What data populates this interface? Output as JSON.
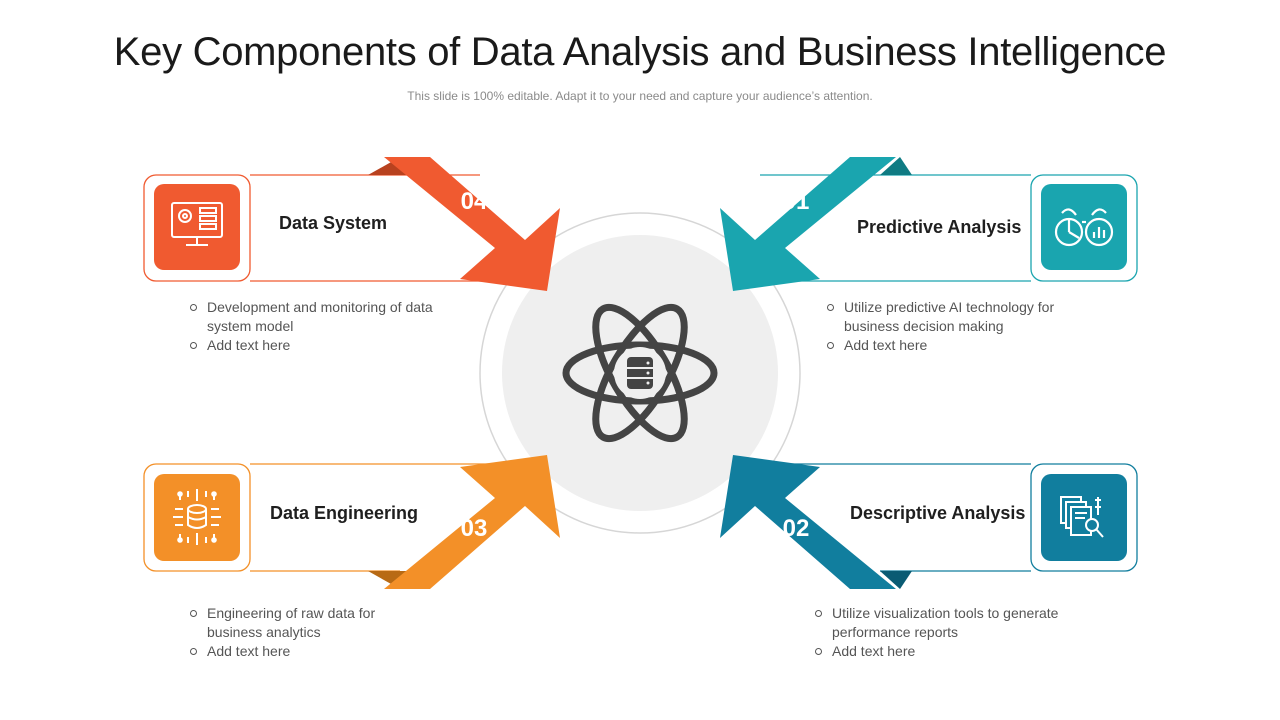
{
  "slide": {
    "title": "Key Components of Data Analysis and Business Intelligence",
    "subtitle": "This slide is 100% editable. Adapt it to your need and capture your audience’s attention."
  },
  "colors": {
    "orange_red": "#F05A30",
    "orange": "#F39028",
    "teal": "#1AA5AF",
    "blue": "#117E9E",
    "hub": "#EFEFEF",
    "icon_dark": "#444444"
  },
  "center": {
    "icon": "atom-database-icon"
  },
  "components": {
    "data_system": {
      "number": "04",
      "label": "Data System",
      "icon": "monitor-settings-icon",
      "bullets": [
        "Development and monitoring of data system model",
        "Add text here"
      ]
    },
    "predictive": {
      "number": "01",
      "label": "Predictive Analysis",
      "icon": "binoculars-chart-icon",
      "bullets": [
        "Utilize predictive AI technology for business decision making",
        "Add text here"
      ]
    },
    "data_engineering": {
      "number": "03",
      "label": "Data Engineering",
      "icon": "database-circuit-icon",
      "bullets": [
        "Engineering of raw data for business analytics",
        "Add text here"
      ]
    },
    "descriptive": {
      "number": "02",
      "label": "Descriptive Analysis",
      "icon": "report-magnifier-icon",
      "bullets": [
        "Utilize visualization tools to generate performance reports",
        "Add text here"
      ]
    }
  }
}
